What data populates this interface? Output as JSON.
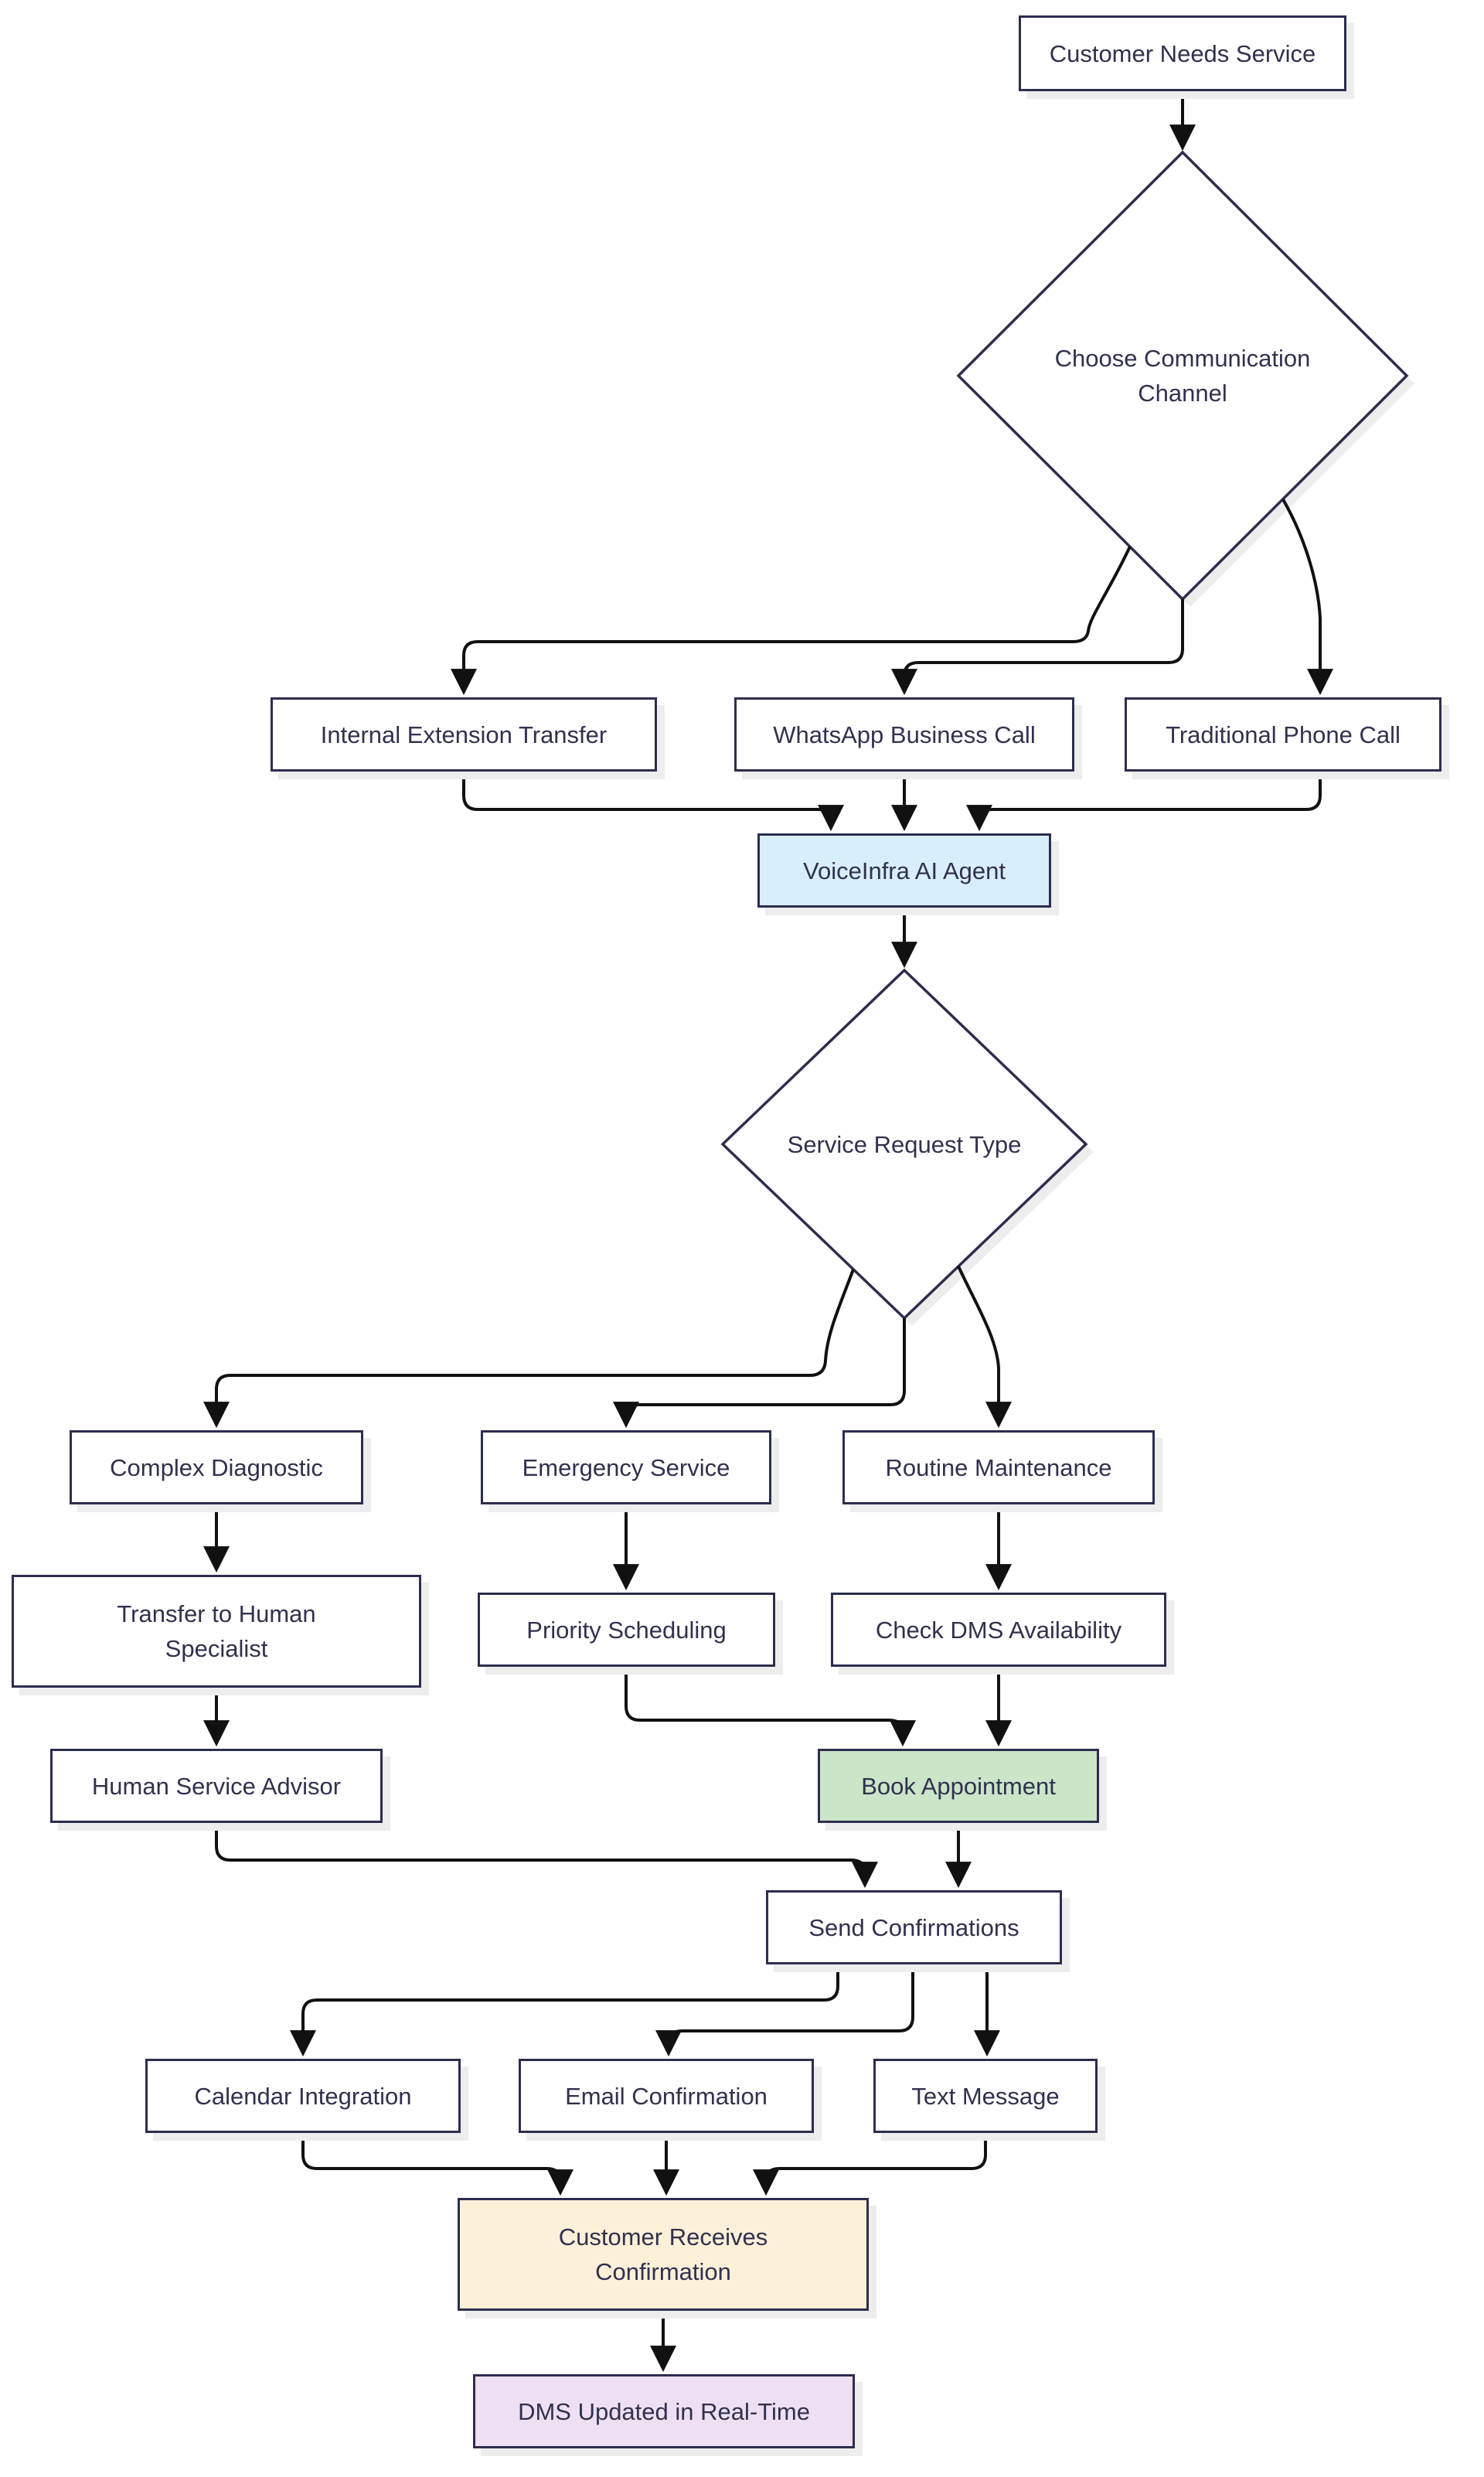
{
  "diagram": {
    "type": "flowchart",
    "direction": "top-down",
    "nodes": {
      "customer_needs_service": {
        "label": "Customer Needs Service",
        "shape": "rectangle"
      },
      "choose_channel": {
        "label": "Choose Communication Channel",
        "shape": "diamond"
      },
      "internal_extension": {
        "label": "Internal Extension Transfer",
        "shape": "rectangle"
      },
      "whatsapp_call": {
        "label": "WhatsApp Business Call",
        "shape": "rectangle"
      },
      "traditional_call": {
        "label": "Traditional Phone Call",
        "shape": "rectangle"
      },
      "voiceinfra_agent": {
        "label": "VoiceInfra AI Agent",
        "shape": "rectangle",
        "fill": "#d8eefa"
      },
      "service_request_type": {
        "label": "Service Request Type",
        "shape": "diamond"
      },
      "complex_diagnostic": {
        "label": "Complex Diagnostic",
        "shape": "rectangle"
      },
      "emergency_service": {
        "label": "Emergency Service",
        "shape": "rectangle"
      },
      "routine_maintenance": {
        "label": "Routine Maintenance",
        "shape": "rectangle"
      },
      "transfer_human_specialist": {
        "label": "Transfer to Human Specialist",
        "shape": "rectangle"
      },
      "priority_scheduling": {
        "label": "Priority Scheduling",
        "shape": "rectangle"
      },
      "check_dms_availability": {
        "label": "Check DMS Availability",
        "shape": "rectangle"
      },
      "human_service_advisor": {
        "label": "Human Service Advisor",
        "shape": "rectangle"
      },
      "book_appointment": {
        "label": "Book Appointment",
        "shape": "rectangle",
        "fill": "#cbe5c8"
      },
      "send_confirmations": {
        "label": "Send Confirmations",
        "shape": "rectangle"
      },
      "calendar_integration": {
        "label": "Calendar Integration",
        "shape": "rectangle"
      },
      "email_confirmation": {
        "label": "Email Confirmation",
        "shape": "rectangle"
      },
      "text_message": {
        "label": "Text Message",
        "shape": "rectangle"
      },
      "customer_receives_confirmation": {
        "label": "Customer Receives Confirmation",
        "shape": "rectangle",
        "fill": "#fdf0d8"
      },
      "dms_updated": {
        "label": "DMS Updated in Real-Time",
        "shape": "rectangle",
        "fill": "#eee0f2"
      }
    },
    "edges": [
      {
        "from": "customer_needs_service",
        "to": "choose_channel"
      },
      {
        "from": "choose_channel",
        "to": "internal_extension"
      },
      {
        "from": "choose_channel",
        "to": "whatsapp_call"
      },
      {
        "from": "choose_channel",
        "to": "traditional_call"
      },
      {
        "from": "internal_extension",
        "to": "voiceinfra_agent"
      },
      {
        "from": "whatsapp_call",
        "to": "voiceinfra_agent"
      },
      {
        "from": "traditional_call",
        "to": "voiceinfra_agent"
      },
      {
        "from": "voiceinfra_agent",
        "to": "service_request_type"
      },
      {
        "from": "service_request_type",
        "to": "complex_diagnostic"
      },
      {
        "from": "service_request_type",
        "to": "emergency_service"
      },
      {
        "from": "service_request_type",
        "to": "routine_maintenance"
      },
      {
        "from": "complex_diagnostic",
        "to": "transfer_human_specialist"
      },
      {
        "from": "emergency_service",
        "to": "priority_scheduling"
      },
      {
        "from": "routine_maintenance",
        "to": "check_dms_availability"
      },
      {
        "from": "transfer_human_specialist",
        "to": "human_service_advisor"
      },
      {
        "from": "priority_scheduling",
        "to": "book_appointment"
      },
      {
        "from": "check_dms_availability",
        "to": "book_appointment"
      },
      {
        "from": "human_service_advisor",
        "to": "send_confirmations"
      },
      {
        "from": "book_appointment",
        "to": "send_confirmations"
      },
      {
        "from": "send_confirmations",
        "to": "calendar_integration"
      },
      {
        "from": "send_confirmations",
        "to": "email_confirmation"
      },
      {
        "from": "send_confirmations",
        "to": "text_message"
      },
      {
        "from": "calendar_integration",
        "to": "customer_receives_confirmation"
      },
      {
        "from": "email_confirmation",
        "to": "customer_receives_confirmation"
      },
      {
        "from": "text_message",
        "to": "customer_receives_confirmation"
      },
      {
        "from": "customer_receives_confirmation",
        "to": "dms_updated"
      }
    ],
    "colors": {
      "node_border": "#2d2d4e",
      "node_text": "#31314f",
      "node_fill_default": "#ffffff",
      "edge_line": "#111111",
      "agent_fill": "#d8eefa",
      "booking_fill": "#cbe5c8",
      "confirmation_fill": "#fdf0d8",
      "dms_fill": "#eee0f2",
      "shadow": "#ededed",
      "background": "#ffffff"
    }
  }
}
